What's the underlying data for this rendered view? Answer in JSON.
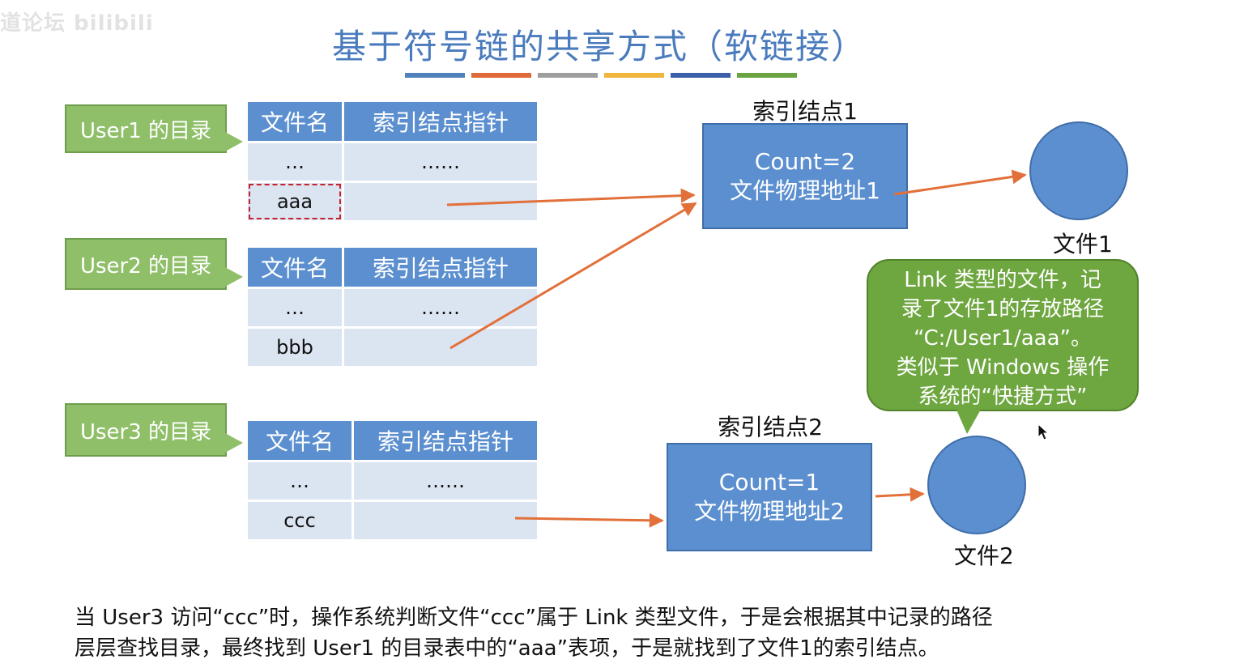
{
  "watermark": "道论坛 bilibili",
  "title": "基于符号链的共享方式（软链接）",
  "title_bar_colors": [
    "#4f81bd",
    "#e06a3a",
    "#9e9e9e",
    "#f0b53c",
    "#3a5ea8",
    "#6aa342"
  ],
  "users": [
    {
      "tag": "User1 的目录",
      "header": [
        "文件名",
        "索引结点指针"
      ],
      "rows": [
        [
          "…",
          "……"
        ],
        [
          "aaa",
          ""
        ]
      ]
    },
    {
      "tag": "User2 的目录",
      "header": [
        "文件名",
        "索引结点指针"
      ],
      "rows": [
        [
          "…",
          "……"
        ],
        [
          "bbb",
          ""
        ]
      ]
    },
    {
      "tag": "User3 的目录",
      "header": [
        "文件名",
        "索引结点指针"
      ],
      "rows": [
        [
          "…",
          "……"
        ],
        [
          "ccc",
          ""
        ]
      ]
    }
  ],
  "nodes": [
    {
      "label": "索引结点1",
      "line1": "Count=2",
      "line2": "文件物理地址1",
      "file": "文件1"
    },
    {
      "label": "索引结点2",
      "line1": "Count=1",
      "line2": "文件物理地址2",
      "file": "文件2"
    }
  ],
  "callout": {
    "lines": [
      "Link 类型的文件，记",
      "录了文件1的存放路径",
      "“C:/User1/aaa”。",
      "类似于 Windows 操作",
      "系统的“快捷方式”"
    ]
  },
  "footer": {
    "line1": "当 User3 访问“ccc”时，操作系统判断文件“ccc”属于 Link 类型文件，于是会根据其中记录的路径",
    "line2": "层层查找目录，最终找到 User1 的目录表中的“aaa”表项，于是就找到了文件1的索引结点。"
  },
  "colors": {
    "arrow": "#e2703a",
    "node": "#5b8fcf",
    "tag": "#8fbf68",
    "callout": "#6ea63f"
  }
}
